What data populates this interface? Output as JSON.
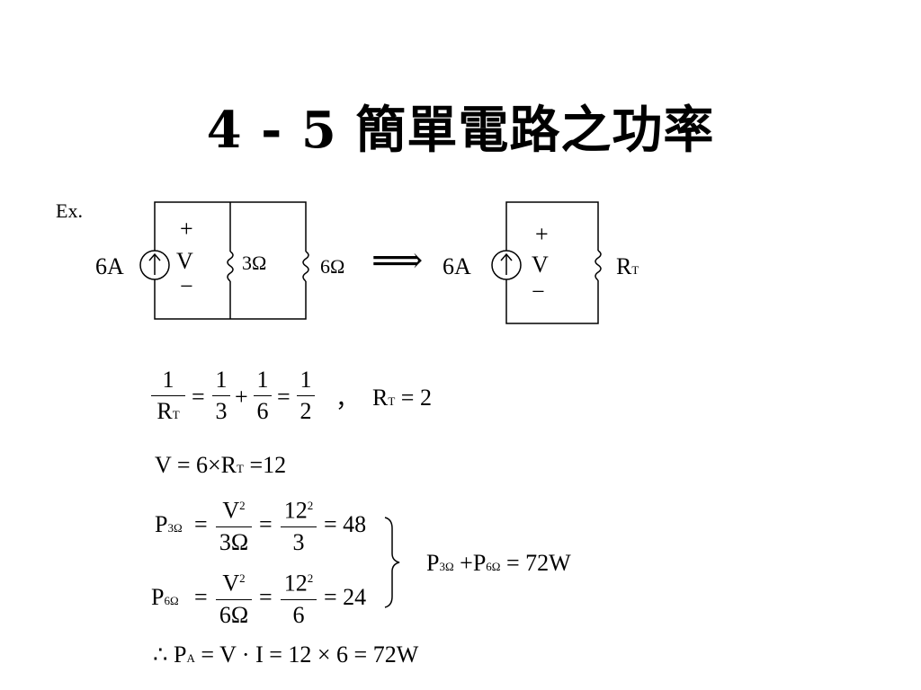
{
  "title": "4 - 5  簡單電路之功率",
  "example_label": "Ex.",
  "circuit1": {
    "source": "6A",
    "plus": "+",
    "v": "V",
    "minus": "−",
    "r1": "3Ω",
    "r2": "6Ω"
  },
  "arrow": "⟹",
  "circuit2": {
    "source": "6A",
    "plus": "+",
    "v": "V",
    "minus": "−",
    "rt": "R",
    "rt_sub": "T"
  },
  "eq1": {
    "one": "1",
    "R": "R",
    "T": "T",
    "eq": "=",
    "plus": "+",
    "three": "3",
    "six": "6",
    "two": "2",
    "comma": "，",
    "rt_val": "2"
  },
  "eq2": {
    "V": "V",
    "eq": "=",
    "six": "6",
    "times": "×",
    "R": "R",
    "T": "T",
    "res": "12"
  },
  "eq3": {
    "P": "P",
    "sub": "3Ω",
    "V": "V",
    "sq": "2",
    "d1": "3Ω",
    "n2": "12",
    "d2": "3",
    "res": "48"
  },
  "eq4": {
    "P": "P",
    "sub": "6Ω",
    "V": "V",
    "sq": "2",
    "d1": "6Ω",
    "n2": "12",
    "d2": "6",
    "res": "24"
  },
  "sum": {
    "P1": "P",
    "s1": "3Ω",
    "plus": "+",
    "P2": "P",
    "s2": "6Ω",
    "eq": "=",
    "res": "72W"
  },
  "final": {
    "therefore": "∴",
    "P": "P",
    "sub": "A",
    "rest": "= V · I = 12 × 6 = 72W"
  }
}
